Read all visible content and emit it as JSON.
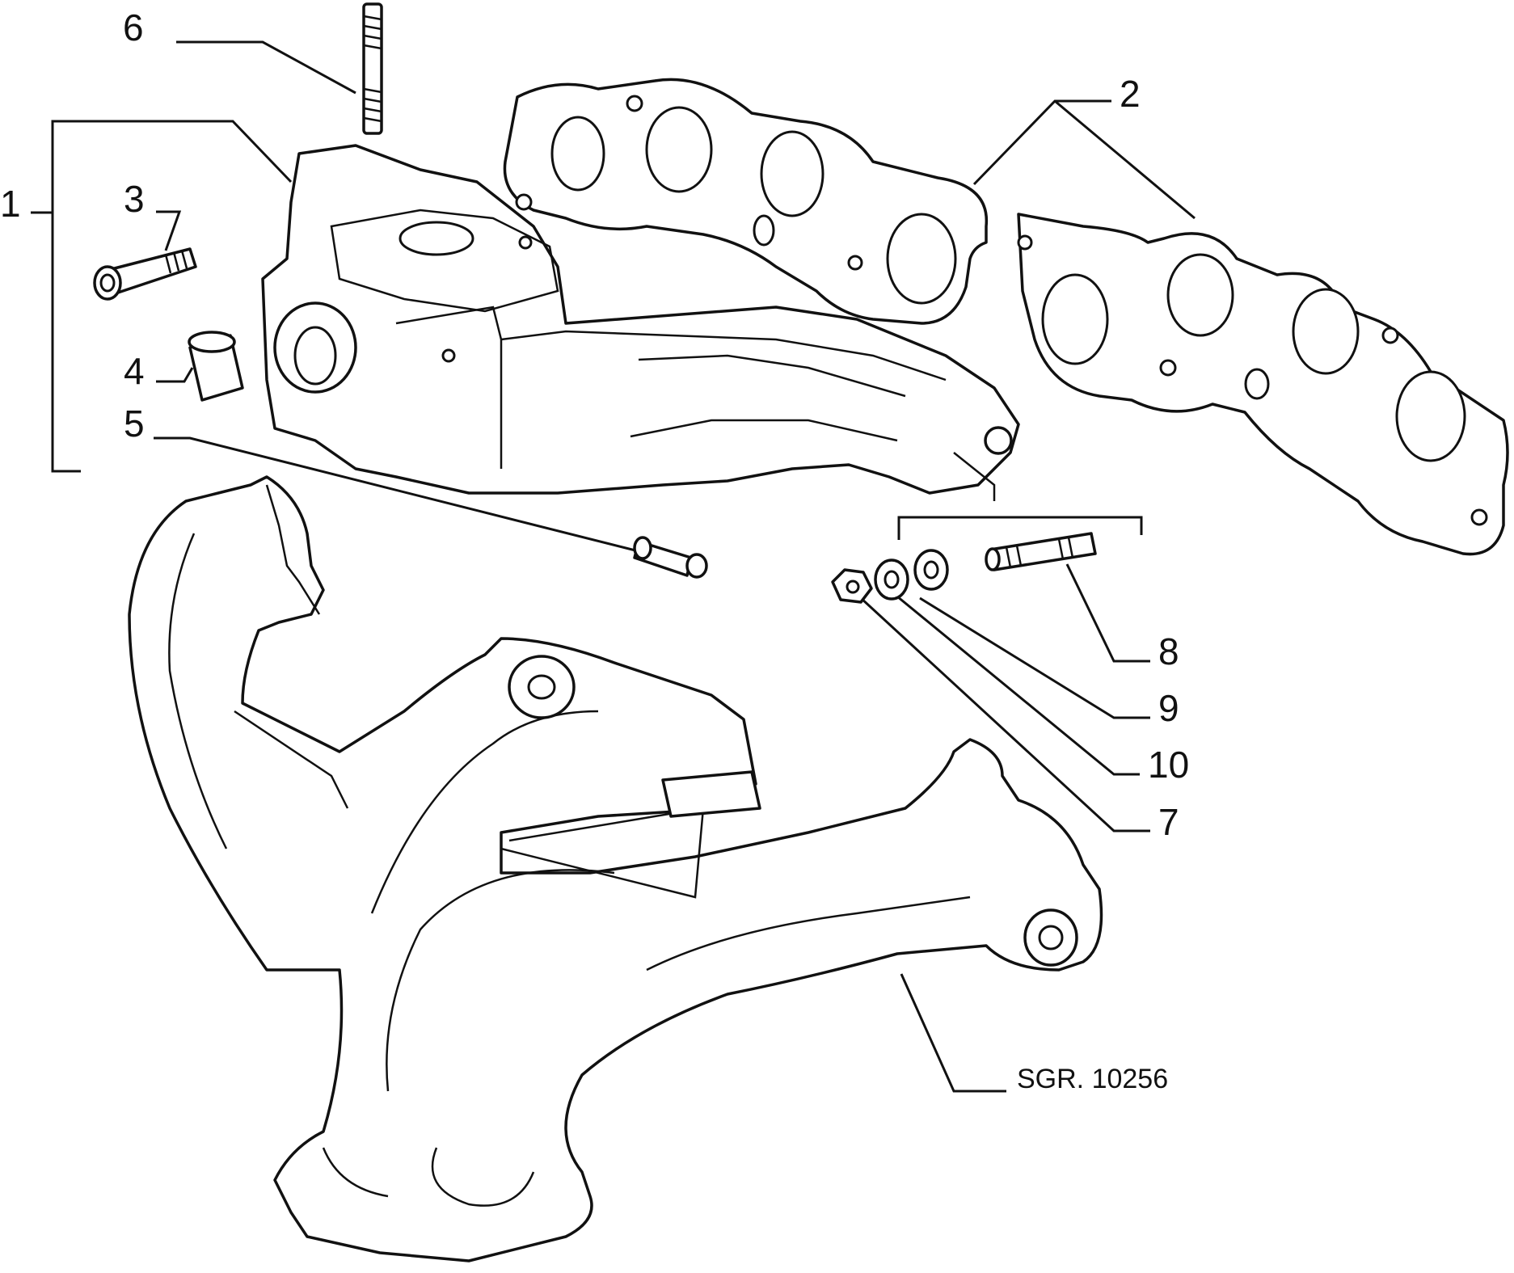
{
  "callouts": [
    {
      "id": "1",
      "text": "1"
    },
    {
      "id": "2",
      "text": "2"
    },
    {
      "id": "3",
      "text": "3"
    },
    {
      "id": "4",
      "text": "4"
    },
    {
      "id": "5",
      "text": "5"
    },
    {
      "id": "6",
      "text": "6"
    },
    {
      "id": "7",
      "text": "7"
    },
    {
      "id": "8",
      "text": "8"
    },
    {
      "id": "9",
      "text": "9"
    },
    {
      "id": "10",
      "text": "10"
    }
  ],
  "drawing_code": "SGR. 10256"
}
